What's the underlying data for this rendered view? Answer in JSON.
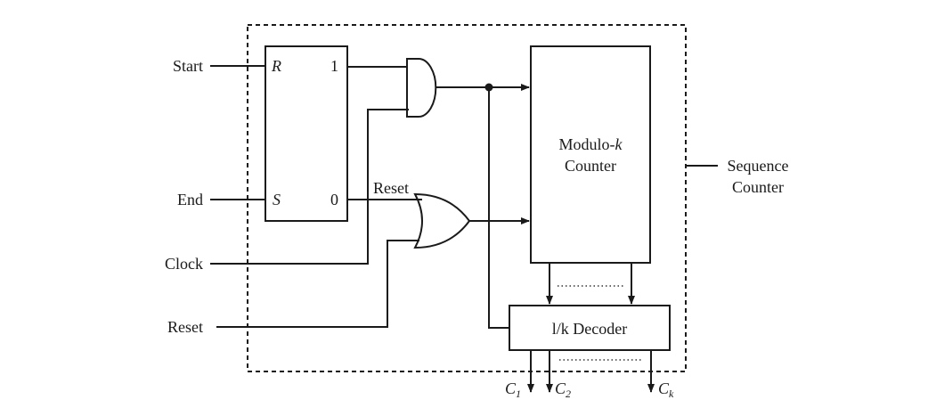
{
  "inputs": {
    "start": "Start",
    "end": "End",
    "clock": "Clock",
    "reset": "Reset"
  },
  "flipflop": {
    "r": "R",
    "s": "S",
    "q1": "1",
    "q0": "0"
  },
  "reset_wire_label": "Reset",
  "counter": {
    "line1": "Modulo-",
    "k": "k",
    "line2": "Counter"
  },
  "decoder": {
    "label": "l/k Decoder"
  },
  "enclosure": {
    "line1": "Sequence",
    "line2": "Counter"
  },
  "outputs": {
    "c": "C",
    "c1_sub": "1",
    "c2_sub": "2",
    "ck_sub": "k"
  }
}
